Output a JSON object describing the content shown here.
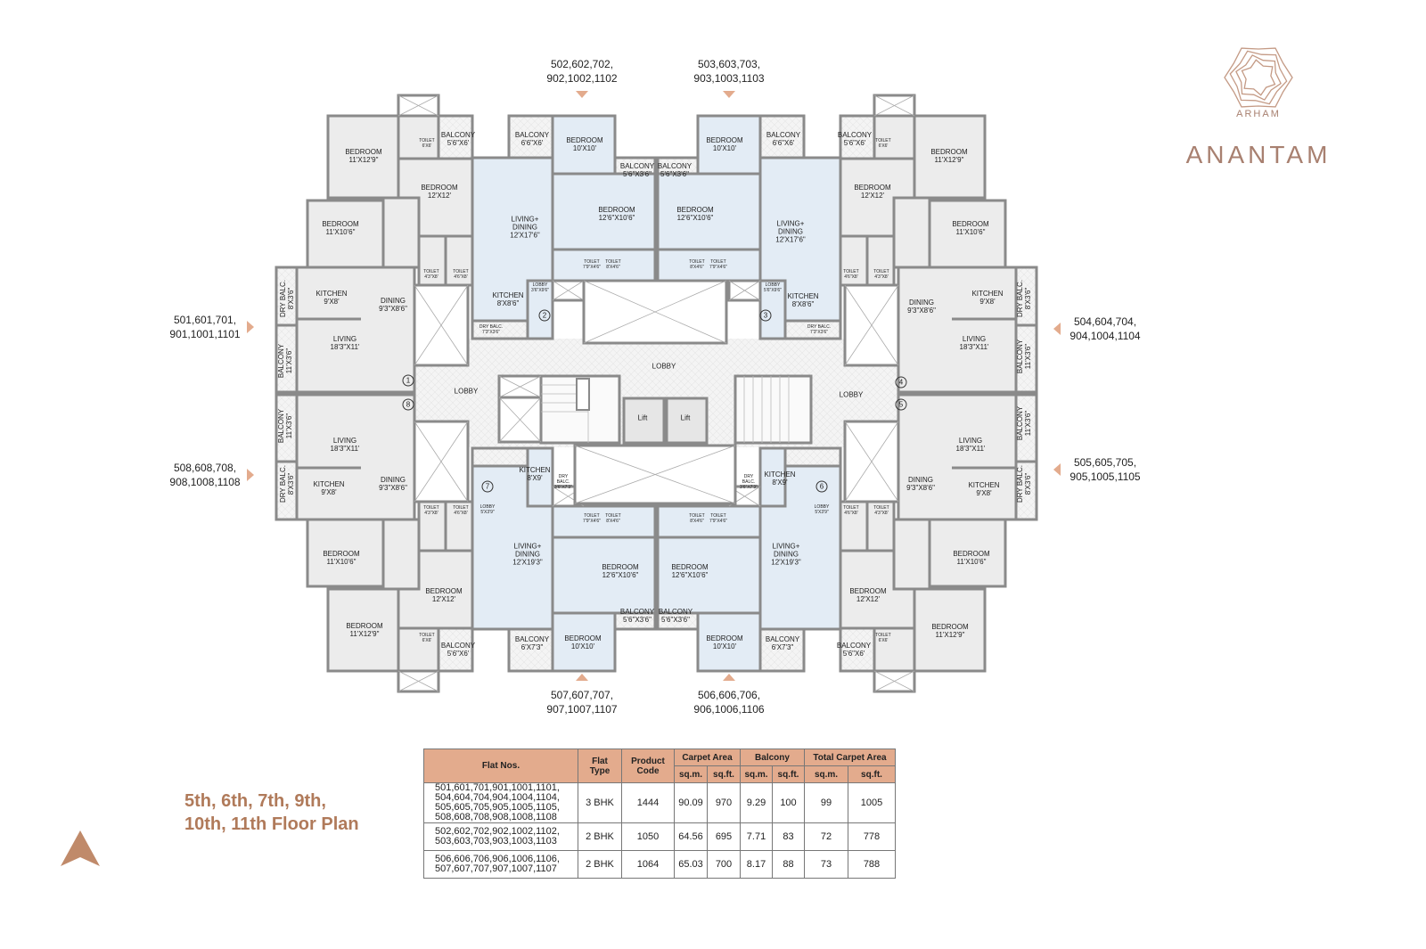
{
  "brand": {
    "sub": "ARHAM",
    "name": "ANANTAM",
    "color": "#a88070"
  },
  "title": "5th, 6th, 7th, 9th,\n10th, 11th Floor Plan",
  "north_label": "N",
  "colors": {
    "accent": "#e3ab8d",
    "three_bhk_fill": "#ececec",
    "two_bhk_fill": "#e3ecf5",
    "wall": "#888888"
  },
  "flat_groups": {
    "top_left": "502,602,702,\n902,1002,1102",
    "top_right": "503,603,703,\n903,1003,1103",
    "left_top": "501,601,701,\n901,1001,1101",
    "left_bottom": "508,608,708,\n908,1008,1108",
    "right_top": "504,604,704,\n904,1004,1104",
    "right_bottom": "505,605,705,\n905,1005,1105",
    "bottom_left": "507,607,707,\n907,1007,1107",
    "bottom_right": "506,606,706,\n906,1006,1106"
  },
  "common": [
    "LOBBY",
    "LOBBY",
    "LOBBY",
    "Lift",
    "Lift"
  ],
  "units": [
    {
      "id": "1",
      "rooms": [
        "BEDROOM\n11'X12'9\"",
        "TOILET\n6'X6'",
        "BALCONY\n5'6\"X6'",
        "BEDROOM\n12'X12'",
        "BEDROOM\n11'X10'6\"",
        "TOILET\n4'3\"X8'",
        "TOILET\n4'6\"X8'",
        "DRY BALC.\n8'X3'6\"",
        "KITCHEN\n9'X8'",
        "DINING\n9'3\"X8'6\"",
        "LIVING\n18'3\"X11'",
        "BALCONY\n11'X3'6\"",
        "1"
      ]
    },
    {
      "id": "2",
      "rooms": [
        "BALCONY\n6'6\"X6'",
        "BEDROOM\n10'X10'",
        "BALCONY\n5'6\"X3'6\"",
        "LIVING+\nDINING\n12'X17'6\"",
        "BEDROOM\n12'6\"X10'6\"",
        "TOILET\n7'9\"X4'6\"",
        "TOILET\n8'X4'6\"",
        "KITCHEN\n8'X8'6\"",
        "LOBBY\n3'6\"X9'6\"",
        "DRY BALC.\n7'3\"X3'6\"",
        "2"
      ]
    },
    {
      "id": "3",
      "rooms": [
        "BALCONY\n6'6\"X6'",
        "BEDROOM\n10'X10'",
        "BALCONY\n5'6\"X3'6\"",
        "LIVING+\nDINING\n12'X17'6\"",
        "BEDROOM\n12'6\"X10'6\"",
        "TOILET\n7'9\"X4'6\"",
        "TOILET\n8'X4'6\"",
        "KITCHEN\n8'X8'6\"",
        "LOBBY\n5'6\"X9'6\"",
        "DRY BALC.\n7'3\"X3'6\"",
        "3"
      ]
    },
    {
      "id": "4",
      "rooms": [
        "BEDROOM\n11'X12'9\"",
        "TOILET\n6'X6'",
        "BALCONY\n5'6\"X6'",
        "BEDROOM\n12'X12'",
        "BEDROOM\n11'X10'6\"",
        "TOILET\n4'3\"X8'",
        "TOILET\n4'6\"X8'",
        "DRY BALC.\n8'X3'6\"",
        "KITCHEN\n9'X8'",
        "DINING\n9'3\"X8'6\"",
        "LIVING\n18'3\"X11'",
        "BALCONY\n11'X3'6\"",
        "4"
      ]
    },
    {
      "id": "5",
      "rooms": [
        "BEDROOM\n11'X12'9\"",
        "TOILET\n6'X6'",
        "BALCONY\n5'6\"X6'",
        "BEDROOM\n12'X12'",
        "BEDROOM\n11'X10'6\"",
        "TOILET\n4'3\"X8'",
        "TOILET\n4'6\"X8'",
        "DRY BALC.\n8'X3'6\"",
        "KITCHEN\n9'X8'",
        "DINING\n9'3\"X8'6\"",
        "LIVING\n18'3\"X11'",
        "BALCONY\n11'X3'6\"",
        "5"
      ]
    },
    {
      "id": "6",
      "rooms": [
        "BALCONY\n6'X7'3\"",
        "BEDROOM\n10'X10'",
        "BALCONY\n5'6\"X3'6\"",
        "LIVING+\nDINING\n12'X19'3\"",
        "BEDROOM\n12'6\"X10'6\"",
        "TOILET\n7'9\"X4'6\"",
        "TOILET\n8'X4'6\"",
        "KITCHEN\n8'X9'",
        "LOBBY\n5'X3'9\"",
        "DRY\nBALC.\n3'6\"X7'3\"",
        "6"
      ]
    },
    {
      "id": "7",
      "rooms": [
        "BALCONY\n6'X7'3\"",
        "BEDROOM\n10'X10'",
        "BALCONY\n5'6\"X3'6\"",
        "LIVING+\nDINING\n12'X19'3\"",
        "BEDROOM\n12'6\"X10'6\"",
        "TOILET\n7'9\"X4'6\"",
        "TOILET\n8'X4'6\"",
        "KITCHEN\n8'X9'",
        "LOBBY\n5'X3'9\"",
        "DRY\nBALC.\n3'6\"X7'3\"",
        "7"
      ]
    },
    {
      "id": "8",
      "rooms": [
        "BEDROOM\n11'X12'9\"",
        "TOILET\n6'X6'",
        "BALCONY\n5'6\"X6'",
        "BEDROOM\n12'X12'",
        "BEDROOM\n11'X10'6\"",
        "TOILET\n4'3\"X8'",
        "TOILET\n4'6\"X8'",
        "DRY BALC.\n8'X3'6\"",
        "KITCHEN\n9'X8'",
        "DINING\n9'3\"X8'6\"",
        "LIVING\n18'3\"X11'",
        "BALCONY\n11'X3'6\"",
        "8"
      ]
    }
  ],
  "table": {
    "headers": {
      "flat_nos": "Flat Nos.",
      "flat_type": "Flat\nType",
      "product_code": "Product\nCode",
      "carpet": "Carpet Area",
      "balcony": "Balcony",
      "total": "Total Carpet Area",
      "sqm": "sq.m.",
      "sqft": "sq.ft."
    },
    "rows": [
      {
        "flat_nos": "501,601,701,901,1001,1101,\n504,604,704,904,1004,1104,\n505,605,705,905,1005,1105,\n508,608,708,908,1008,1108",
        "type": "3 BHK",
        "code": "1444",
        "carpet_sqm": "90.09",
        "carpet_sqft": "970",
        "balc_sqm": "9.29",
        "balc_sqft": "100",
        "total_sqm": "99",
        "total_sqft": "1005"
      },
      {
        "flat_nos": "502,602,702,902,1002,1102,\n503,603,703,903,1003,1103",
        "type": "2 BHK",
        "code": "1050",
        "carpet_sqm": "64.56",
        "carpet_sqft": "695",
        "balc_sqm": "7.71",
        "balc_sqft": "83",
        "total_sqm": "72",
        "total_sqft": "778"
      },
      {
        "flat_nos": "506,606,706,906,1006,1106,\n507,607,707,907,1007,1107",
        "type": "2 BHK",
        "code": "1064",
        "carpet_sqm": "65.03",
        "carpet_sqft": "700",
        "balc_sqm": "8.17",
        "balc_sqft": "88",
        "total_sqm": "73",
        "total_sqft": "788"
      }
    ]
  }
}
